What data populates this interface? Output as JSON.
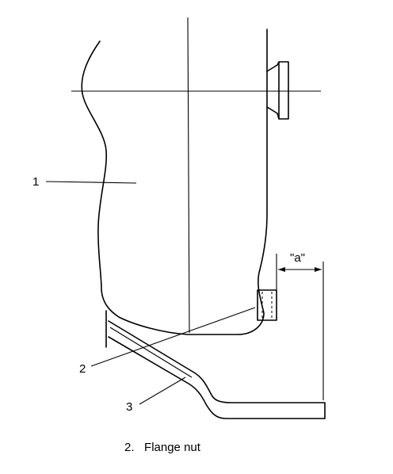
{
  "figure": {
    "callouts": [
      "1",
      "2",
      "3"
    ],
    "dimension_label": "\"a\"",
    "caption": {
      "number": "2.",
      "text": "Flange nut"
    }
  }
}
